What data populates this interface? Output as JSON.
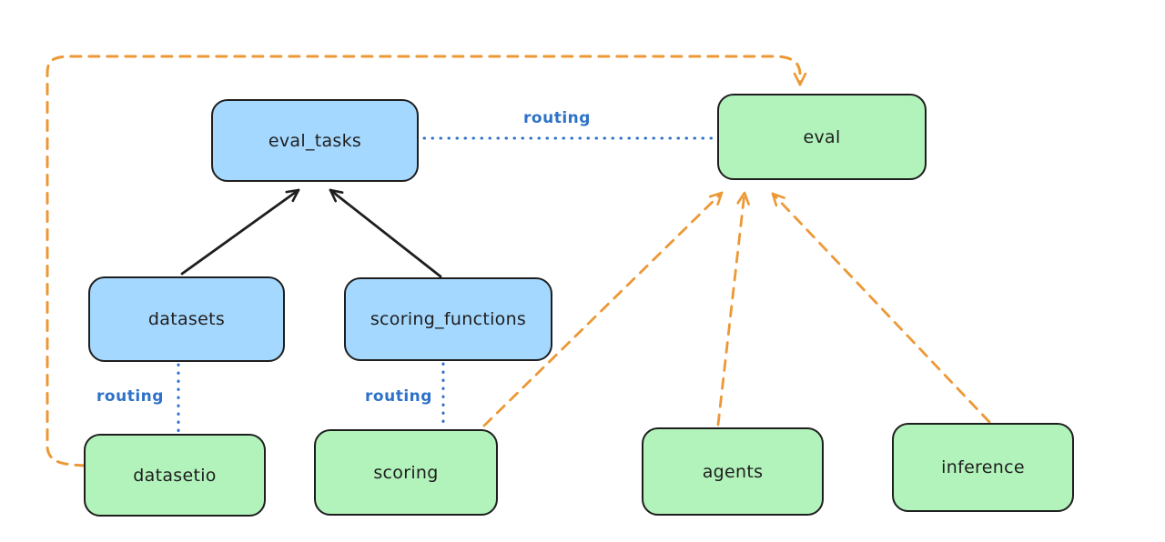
{
  "diagram": {
    "background": "#ffffff",
    "colors": {
      "node_blue_fill": "#a5d8ff",
      "node_green_fill": "#b2f2bb",
      "node_stroke": "#1e1e1e",
      "routing_label_blue": "#2d72c8",
      "routing_line_blue": "#2d72c8",
      "dashed_arrow_orange": "#ec9835",
      "solid_arrow_black": "#1e1e1e"
    }
  },
  "nodes": [
    {
      "id": "eval_tasks",
      "label": "eval_tasks",
      "color": "blue"
    },
    {
      "id": "eval",
      "label": "eval",
      "color": "green"
    },
    {
      "id": "datasets",
      "label": "datasets",
      "color": "blue"
    },
    {
      "id": "scoring_functions",
      "label": "scoring_functions",
      "color": "blue"
    },
    {
      "id": "datasetio",
      "label": "datasetio",
      "color": "green"
    },
    {
      "id": "scoring",
      "label": "scoring",
      "color": "green"
    },
    {
      "id": "agents",
      "label": "agents",
      "color": "green"
    },
    {
      "id": "inference",
      "label": "inference",
      "color": "green"
    }
  ],
  "edge_labels": [
    {
      "id": "routing-eval_tasks-eval",
      "text": "routing"
    },
    {
      "id": "routing-datasets-datasetio",
      "text": "routing"
    },
    {
      "id": "routing-scoring_functions-scoring",
      "text": "routing"
    }
  ],
  "edges": [
    {
      "from": "datasets",
      "to": "eval_tasks",
      "style": "solid-black-arrow"
    },
    {
      "from": "scoring_functions",
      "to": "eval_tasks",
      "style": "solid-black-arrow"
    },
    {
      "from": "eval_tasks",
      "to": "eval",
      "style": "dotted-blue",
      "label": "routing"
    },
    {
      "from": "datasets",
      "to": "datasetio",
      "style": "dotted-blue",
      "label": "routing"
    },
    {
      "from": "scoring_functions",
      "to": "scoring",
      "style": "dotted-blue",
      "label": "routing"
    },
    {
      "from": "datasetio",
      "to": "eval",
      "style": "dashed-orange-arrow"
    },
    {
      "from": "scoring",
      "to": "eval",
      "style": "dashed-orange-arrow"
    },
    {
      "from": "agents",
      "to": "eval",
      "style": "dashed-orange-arrow"
    },
    {
      "from": "inference",
      "to": "eval",
      "style": "dashed-orange-arrow"
    }
  ]
}
